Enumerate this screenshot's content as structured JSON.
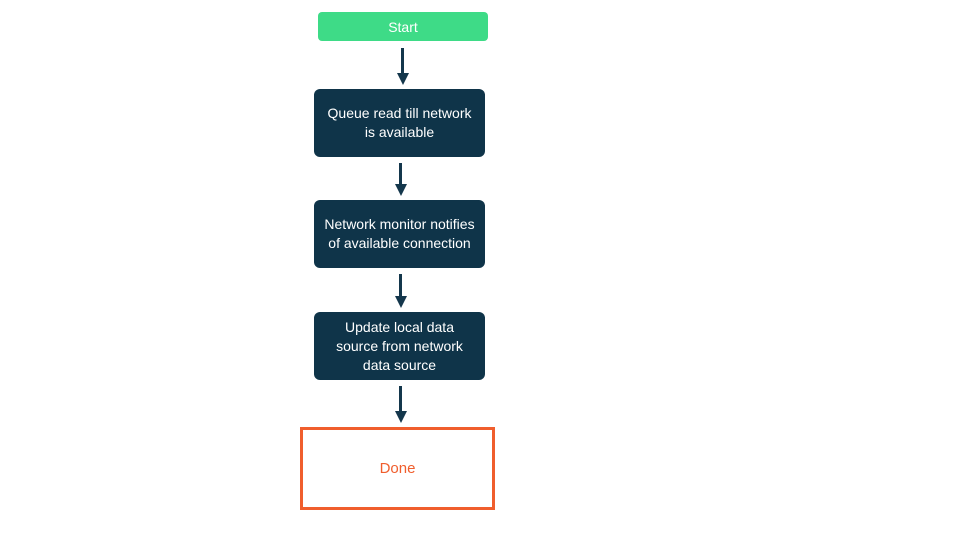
{
  "palette": {
    "green": "#3edb87",
    "navy": "#0f3449",
    "orange": "#f05e2d",
    "arrow": "#14374c",
    "text_light": "#ffffff",
    "background": "#ffffff"
  },
  "flowchart": {
    "nodes": [
      {
        "id": "start",
        "type": "start",
        "label": "Start"
      },
      {
        "id": "queue-read",
        "type": "process",
        "label": "Queue read till network is available"
      },
      {
        "id": "network-monitor",
        "type": "process",
        "label": "Network monitor notifies of available connection"
      },
      {
        "id": "update-local",
        "type": "process",
        "label": "Update local data source from network data source"
      },
      {
        "id": "done",
        "type": "terminator",
        "label": "Done"
      }
    ],
    "edges": [
      {
        "from": "start",
        "to": "queue-read"
      },
      {
        "from": "queue-read",
        "to": "network-monitor"
      },
      {
        "from": "network-monitor",
        "to": "update-local"
      },
      {
        "from": "update-local",
        "to": "done"
      }
    ]
  }
}
